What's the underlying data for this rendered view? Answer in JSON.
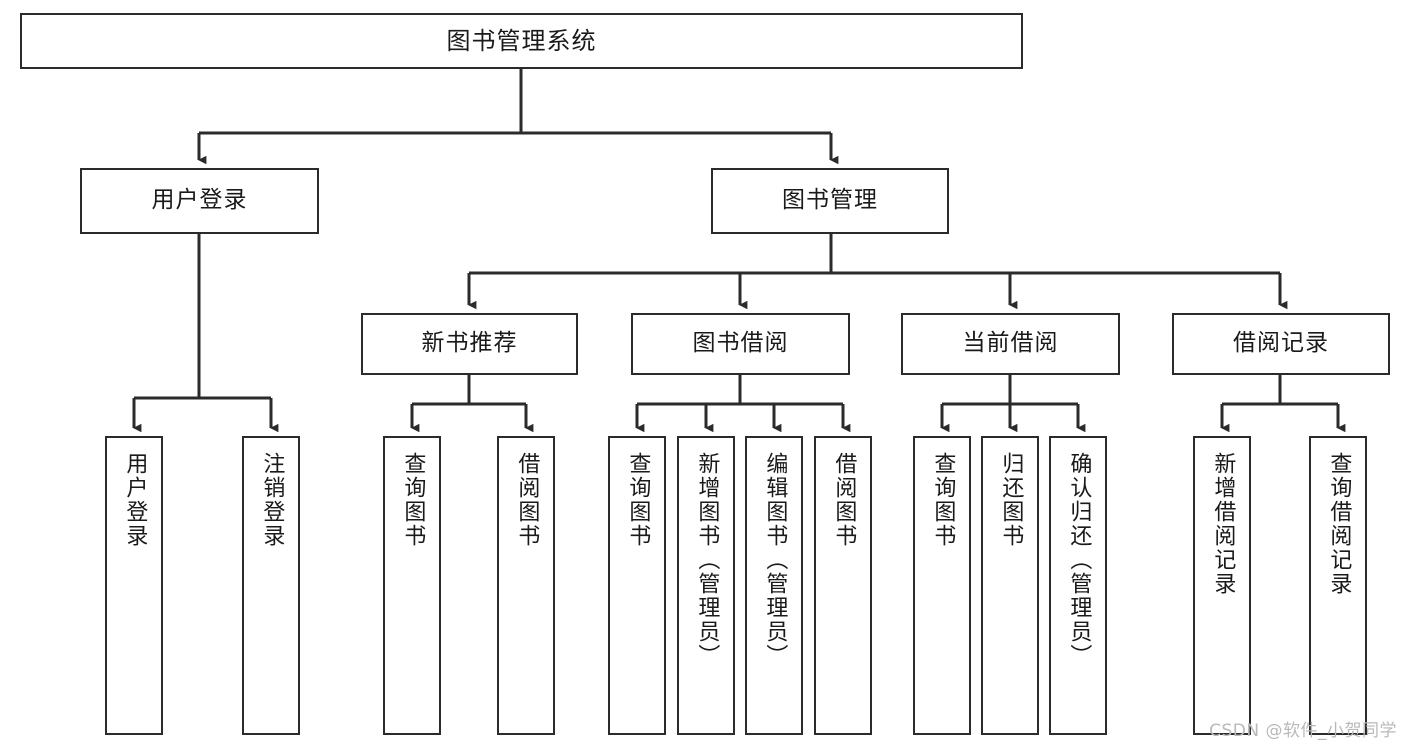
{
  "diagram": {
    "title": "图书管理系统",
    "watermark": "CSDN @软件_小贺同学",
    "line_color": "#2b2b2b",
    "box_fill": "#ffffff",
    "text_color": "#1a1a1a",
    "watermark_color": "#b9b9b9"
  },
  "nodes": {
    "root": {
      "label": "图书管理系统"
    },
    "level2": [
      {
        "label": "用户登录"
      },
      {
        "label": "图书管理"
      }
    ],
    "level3": [
      {
        "label": "新书推荐"
      },
      {
        "label": "图书借阅"
      },
      {
        "label": "当前借阅"
      },
      {
        "label": "借阅记录"
      }
    ],
    "leaves_user_login": [
      {
        "label": "用户登录"
      },
      {
        "label": "注销登录"
      }
    ],
    "leaves_new_book": [
      {
        "label": "查询图书"
      },
      {
        "label": "借阅图书"
      }
    ],
    "leaves_borrow": [
      {
        "label": "查询图书"
      },
      {
        "label": "新增图书（管理员）"
      },
      {
        "label": "编辑图书（管理员）"
      },
      {
        "label": "借阅图书"
      }
    ],
    "leaves_current": [
      {
        "label": "查询图书"
      },
      {
        "label": "归还图书"
      },
      {
        "label": "确认归还（管理员）"
      }
    ],
    "leaves_record": [
      {
        "label": "新增借阅记录"
      },
      {
        "label": "查询借阅记录"
      }
    ]
  }
}
